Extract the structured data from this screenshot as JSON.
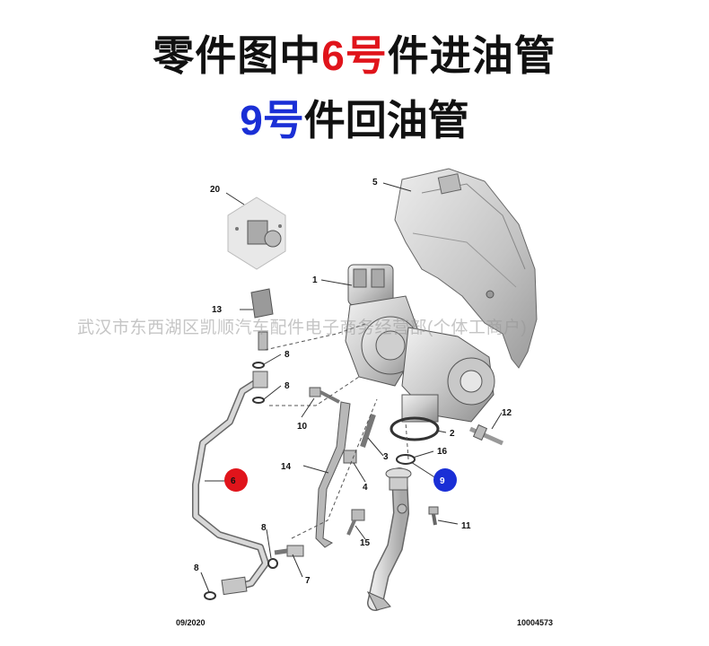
{
  "title": {
    "line1_pre": "零件图中",
    "line1_highlight": "6号",
    "line1_post": "件进油管",
    "line2_highlight": "9号",
    "line2_post": "件回油管"
  },
  "highlight_colors": {
    "red": "#e0141b",
    "blue": "#1a2fd6"
  },
  "watermark": "武汉市东西湖区凯顺汽车配件电子商务经营部(个体工商户)",
  "callouts": {
    "c1": "1",
    "c2": "2",
    "c3": "3",
    "c4": "4",
    "c5": "5",
    "c6": "6",
    "c7": "7",
    "c8a": "8",
    "c8b": "8",
    "c8c": "8",
    "c8d": "8",
    "c9": "9",
    "c10": "10",
    "c11": "11",
    "c12": "12",
    "c13": "13",
    "c14": "14",
    "c15": "15",
    "c16": "16",
    "c20": "20"
  },
  "footer": {
    "date": "09/2020",
    "ref": "10004573"
  }
}
